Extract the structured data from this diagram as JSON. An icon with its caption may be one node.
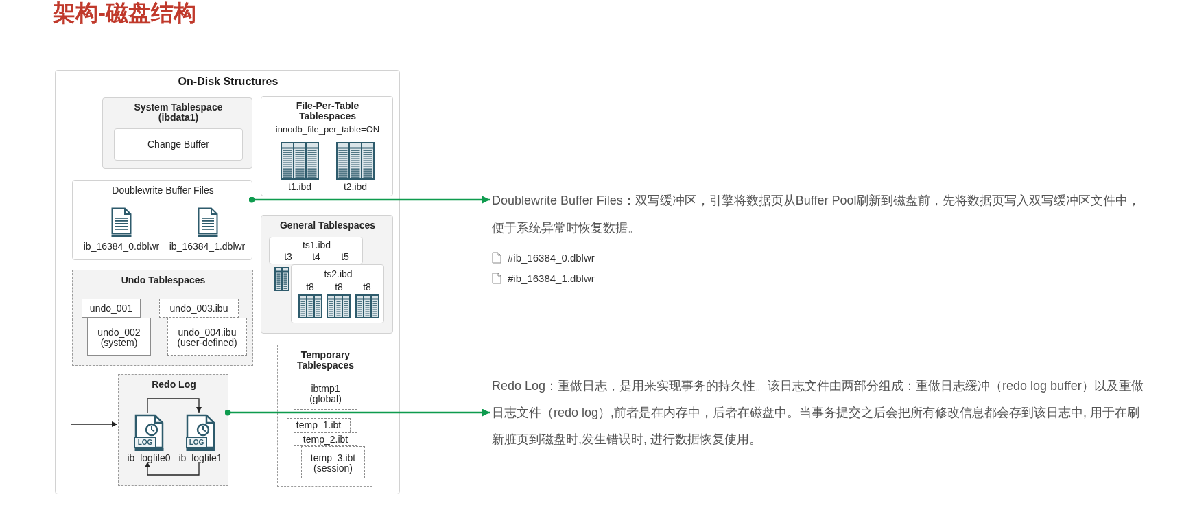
{
  "diagram": {
    "title": "架构-磁盘结构",
    "nodes": [
      {
        "text": [
          "On-Disk Structures"
        ]
      },
      {
        "text": [
          "System Tablespace (ibdata1)"
        ],
        "in": 0
      },
      {
        "text": [
          "Change Buffer"
        ],
        "in": 1
      },
      {
        "text": [
          "File-Per-Table Tablespaces",
          "innodb_file_per_table=ON"
        ],
        "in": 0
      },
      {
        "text": [
          "t1.ibd"
        ],
        "in": 3
      },
      {
        "text": [
          "t2.ibd"
        ],
        "in": 3
      },
      {
        "text": [
          "Doublewrite Buffer Files"
        ],
        "in": 0
      },
      {
        "text": [
          "ib_16384_0.dblwr"
        ],
        "in": 6
      },
      {
        "text": [
          "ib_16384_1.dblwr"
        ],
        "in": 6
      },
      {
        "text": [
          "General Tablespaces"
        ],
        "in": 0
      },
      {
        "text": [
          "ts1.ibd",
          "t3",
          "t4",
          "t5"
        ],
        "in": 9
      },
      {
        "text": [
          "ts2.ibd",
          "t8",
          "t8",
          "t8"
        ],
        "in": 9
      },
      {
        "text": [
          "Undo Tablespaces"
        ],
        "in": 0
      },
      {
        "text": [
          "undo_001"
        ],
        "in": 12
      },
      {
        "text": [
          "undo_002 (system)"
        ],
        "in": 12
      },
      {
        "text": [
          "undo_003.ibu"
        ],
        "in": 12
      },
      {
        "text": [
          "undo_004.ibu (user-defined)"
        ],
        "in": 12
      },
      {
        "text": [
          "Temporary Tablespaces"
        ],
        "in": 0
      },
      {
        "text": [
          "ibtmp1 (global)"
        ],
        "in": 17
      },
      {
        "text": [
          "temp_1.ibt"
        ],
        "in": 17
      },
      {
        "text": [
          "temp_2.ibt"
        ],
        "in": 17
      },
      {
        "text": [
          "temp_3.ibt (session)"
        ],
        "in": 17
      },
      {
        "text": [
          "Redo Log"
        ],
        "in": 0
      },
      {
        "text": [
          "LOG",
          "ib_logfile0"
        ],
        "in": 22
      },
      {
        "text": [
          "LOG",
          "ib_logfile1"
        ],
        "in": 22
      },
      {
        "text": [
          "Doublewrite Buffer Files：双写缓冲区，引擎将数据页从Buffer Pool刷新到磁盘前，先将数据页写入双写缓冲区文件中，便于系统异常时恢复数据。"
        ]
      },
      {
        "text": [
          "Redo Log：重做日志，是用来实现事务的持久性。该日志文件由两部分组成：重做日志缓冲（redo log buffer）以及重做日志文件（redo log）,前者是在内存中，后者在磁盘中。当事务提交之后会把所有修改信息都会存到该日志中, 用于在刷新脏页到磁盘时,发生错误时, 进行数据恢复使用。"
        ]
      }
    ],
    "edges": [
      {
        "from": 6,
        "to": 25,
        "arrow": "to",
        "color": "#0e9b4e"
      },
      {
        "from": 22,
        "to": 26,
        "arrow": "to",
        "color": "#0e9b4e"
      },
      {
        "from": 23,
        "to": 24,
        "arrow": "to"
      },
      {
        "from": null,
        "to": 22,
        "arrow": "to"
      },
      {
        "from": 24,
        "to": 23,
        "arrow": "to"
      }
    ],
    "labels": [
      "#ib_16384_0.dblwr",
      "#ib_16384_1.dblwr"
    ]
  }
}
